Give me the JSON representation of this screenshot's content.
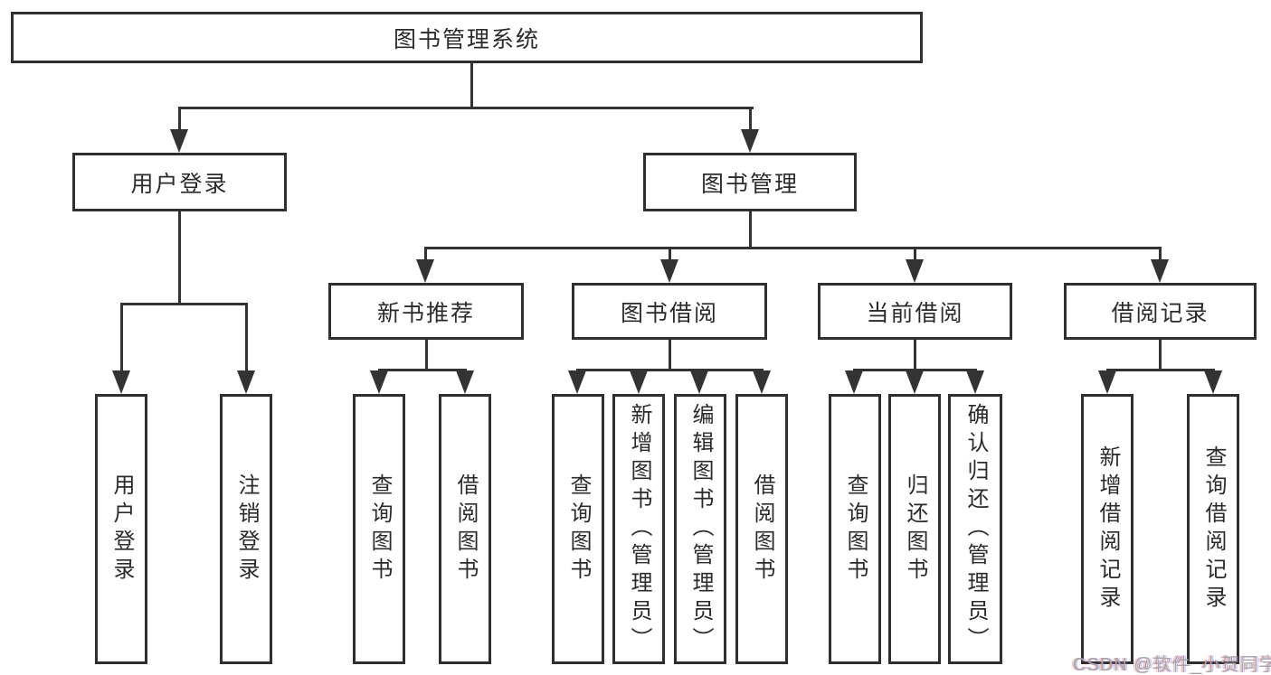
{
  "diagram": {
    "root": {
      "label": "图书管理系统"
    },
    "branches": {
      "user_login": {
        "label": "用户登录",
        "children": [
          {
            "label": "用户登录"
          },
          {
            "label": "注销登录"
          }
        ]
      },
      "book_mgmt": {
        "label": "图书管理",
        "sections": [
          {
            "label": "新书推荐",
            "children": [
              {
                "label": "查询图书"
              },
              {
                "label": "借阅图书"
              }
            ]
          },
          {
            "label": "图书借阅",
            "children": [
              {
                "label": "查询图书"
              },
              {
                "label": "新增图书（管理员）"
              },
              {
                "label": "编辑图书（管理员）"
              },
              {
                "label": "借阅图书"
              }
            ]
          },
          {
            "label": "当前借阅",
            "children": [
              {
                "label": "查询图书"
              },
              {
                "label": "归还图书"
              },
              {
                "label": "确认归还（管理员）"
              }
            ]
          },
          {
            "label": "借阅记录",
            "children": [
              {
                "label": "新增借阅记录"
              },
              {
                "label": "查询借阅记录"
              }
            ]
          }
        ]
      }
    },
    "watermark": "CSDN @软件_小贺同学",
    "colors": {
      "line": "#333333",
      "border": "#2f2f2f",
      "text": "#2b2b2b",
      "background": "#ffffff",
      "watermark": "#a6a6aa"
    }
  }
}
